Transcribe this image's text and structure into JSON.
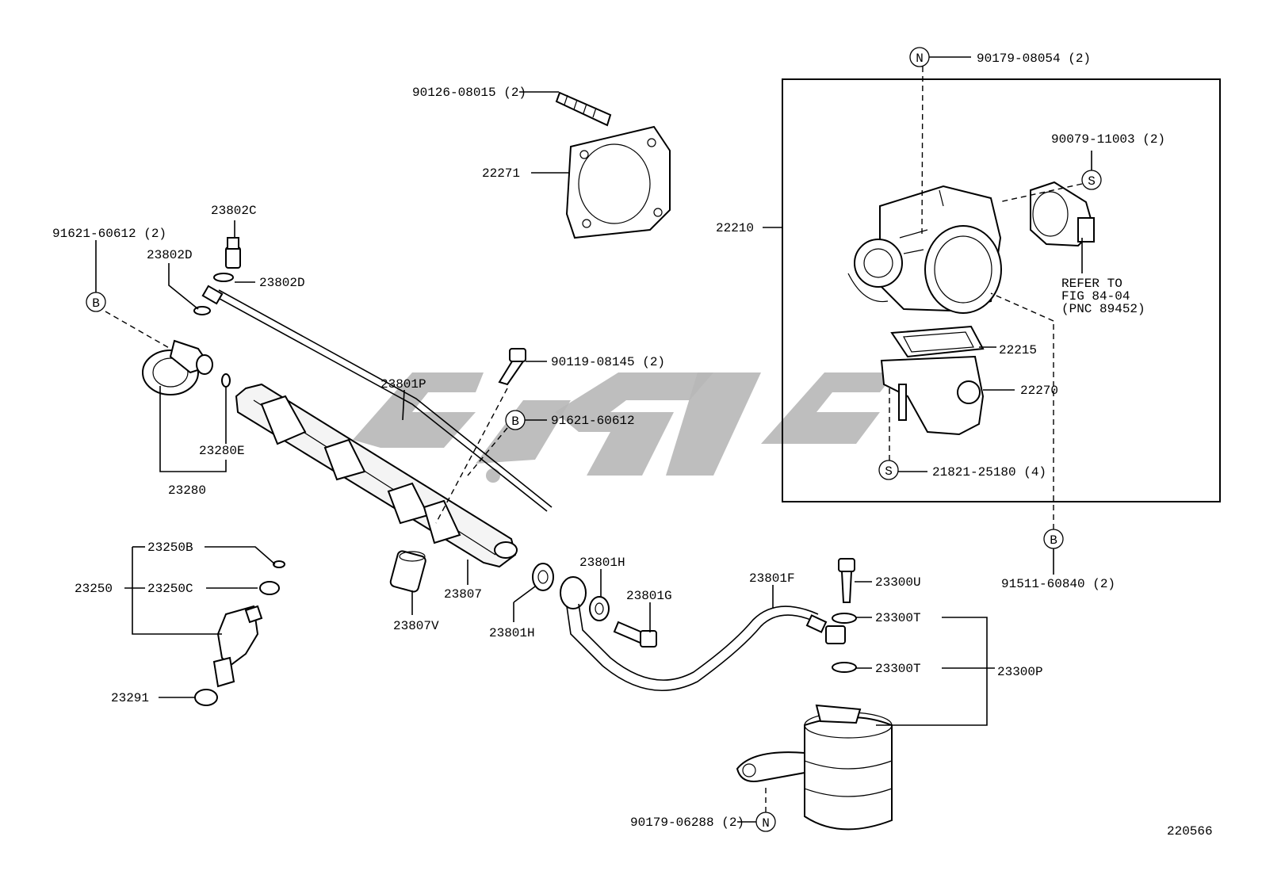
{
  "diagram": {
    "figure_number": "220566",
    "note": {
      "line1": "REFER TO",
      "line2": "FIG 84-04",
      "line3": "(PNC 89452)"
    },
    "labels": {
      "p90126": "90126-08015 (2)",
      "p22271": "22271",
      "p23802C": "23802C",
      "p23802D_left": "23802D",
      "p23802D_right": "23802D",
      "p91621_b1": "91621-60612 (2)",
      "p23801P": "23801P",
      "p90119": "90119-08145 (2)",
      "p91621_b2": "91621-60612",
      "p23280E": "23280E",
      "p23280": "23280",
      "p23250B": "23250B",
      "p23250": "23250",
      "p23250C": "23250C",
      "p23291": "23291",
      "p23807": "23807",
      "p23807V": "23807V",
      "p23801H_top": "23801H",
      "p23801H_bot": "23801H",
      "p23801G": "23801G",
      "p23801F": "23801F",
      "p23300U": "23300U",
      "p23300T_1": "23300T",
      "p23300T_2": "23300T",
      "p23300P": "23300P",
      "p90179_bottom": "90179-06288 (2)",
      "p90179_top": "90179-08054 (2)",
      "p90079": "90079-11003 (2)",
      "p22210": "22210",
      "p22215": "22215",
      "p22270": "22270",
      "p21821": "21821-25180 (4)",
      "p91511": "91511-60840 (2)"
    },
    "symbols": {
      "B": "B",
      "N": "N",
      "S": "S"
    }
  }
}
